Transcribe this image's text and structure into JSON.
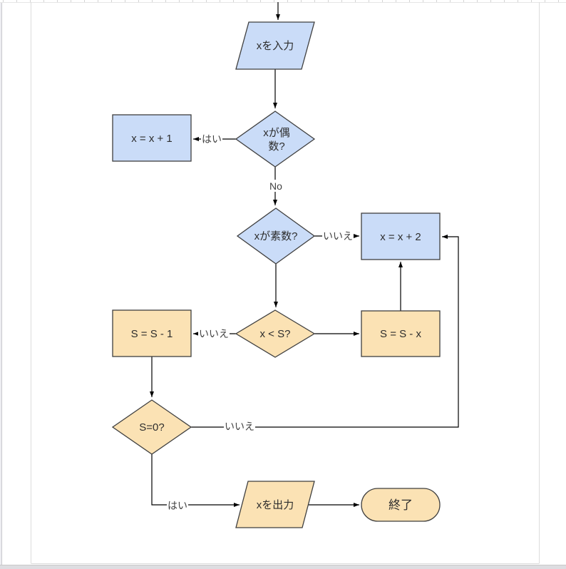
{
  "colors": {
    "process_blue_fill": "#cadcf8",
    "process_orange_fill": "#fbe2b4",
    "shape_stroke": "#3f3f3f",
    "connector": "#000000"
  },
  "nodes": {
    "input": {
      "label": "xを入力"
    },
    "even": {
      "line1": "xが偶",
      "line2": "数?"
    },
    "inc1": {
      "label": "x = x + 1"
    },
    "prime": {
      "label": "xが素数?"
    },
    "inc2": {
      "label": "x = x + 2"
    },
    "less": {
      "label": "x < S?"
    },
    "dec1": {
      "label": "S = S - 1"
    },
    "decx": {
      "label": "S = S - x"
    },
    "zero": {
      "label": "S=0?"
    },
    "output": {
      "label": "xを出力"
    },
    "end": {
      "label": "終了"
    }
  },
  "edge_labels": {
    "even_yes": "はい",
    "even_no": "No",
    "prime_no": "いいえ",
    "less_no": "いいえ",
    "zero_no": "いいえ",
    "zero_yes": "はい"
  }
}
